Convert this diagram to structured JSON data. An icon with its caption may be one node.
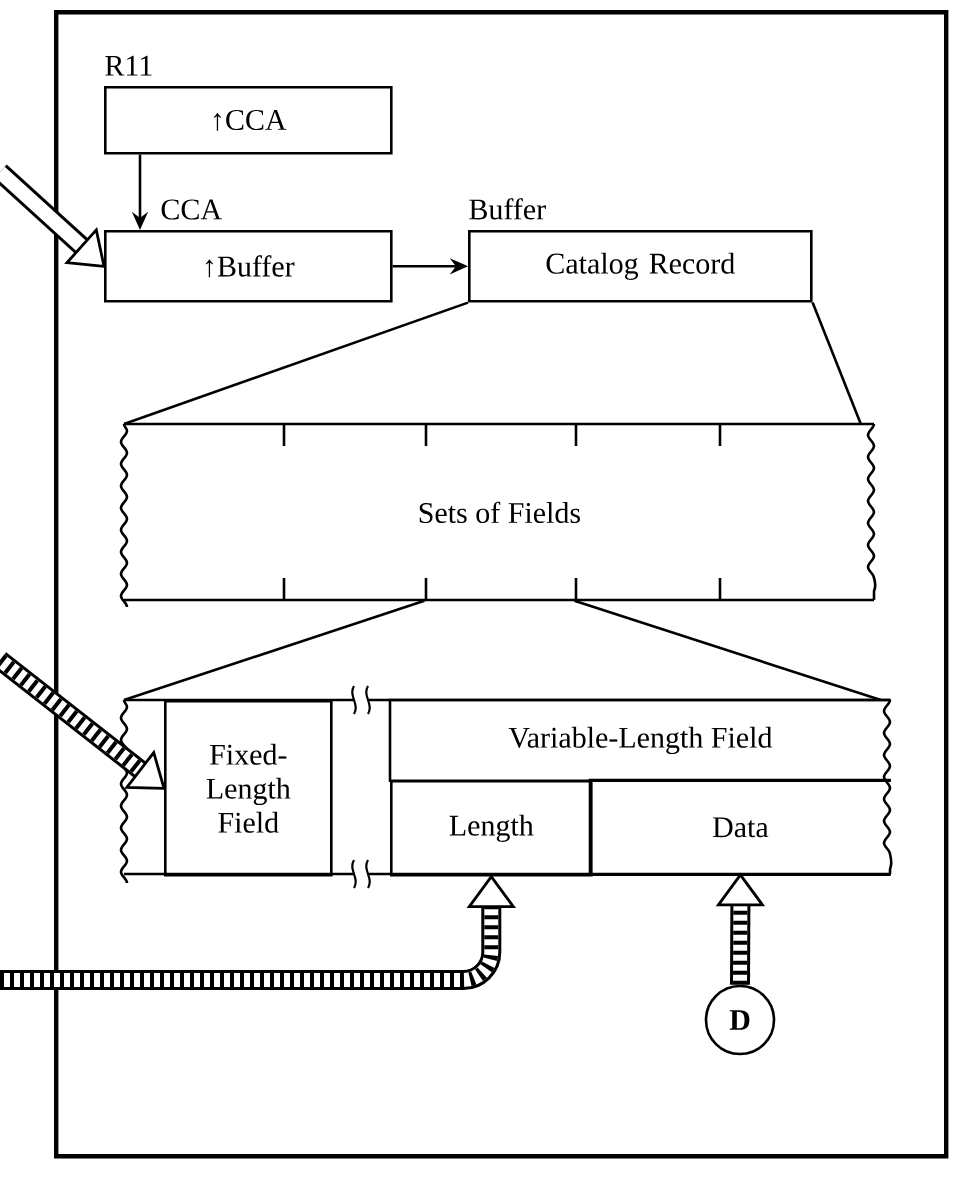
{
  "diagram": {
    "nodes": [
      {
        "text": [],
        "shape": "box"
      },
      {
        "text": [
          "↑CCA"
        ],
        "beside": [
          "R11"
        ],
        "in": 0
      },
      {
        "text": [
          "↑Buffer"
        ],
        "beside": [
          "CCA"
        ],
        "in": 0
      },
      {
        "text": [
          "Catalog Record"
        ],
        "beside": [
          "Buffer"
        ],
        "in": 0
      },
      {
        "text": [
          "Sets of Fields"
        ],
        "in": 0
      },
      {
        "text": [],
        "shape": "box",
        "in": 0
      },
      {
        "text": [
          "Fixed-Length Field"
        ],
        "in": 5
      },
      {
        "text": [
          "Variable-Length Field"
        ],
        "in": 5
      },
      {
        "text": [
          "Length"
        ],
        "in": 5
      },
      {
        "text": [
          "Data"
        ],
        "in": 5
      },
      {
        "text": [
          "D"
        ],
        "in": 0
      }
    ],
    "edges": [
      {
        "from": 1,
        "to": 2,
        "arrow": "to"
      },
      {
        "from": 2,
        "to": 3,
        "arrow": "to"
      },
      {
        "from": null,
        "to": 2,
        "arrow": "to",
        "style": "thick"
      },
      {
        "from": 3,
        "to": 4,
        "arrow": "none"
      },
      {
        "from": 3,
        "to": 4,
        "arrow": "none"
      },
      {
        "from": 4,
        "to": 5,
        "arrow": "none"
      },
      {
        "from": 4,
        "to": 5,
        "arrow": "none"
      },
      {
        "from": null,
        "to": 6,
        "arrow": "to",
        "style": "thick"
      },
      {
        "from": null,
        "to": 8,
        "arrow": "to",
        "style": "thick"
      },
      {
        "from": 10,
        "to": 9,
        "arrow": "to",
        "style": "thick"
      }
    ]
  }
}
